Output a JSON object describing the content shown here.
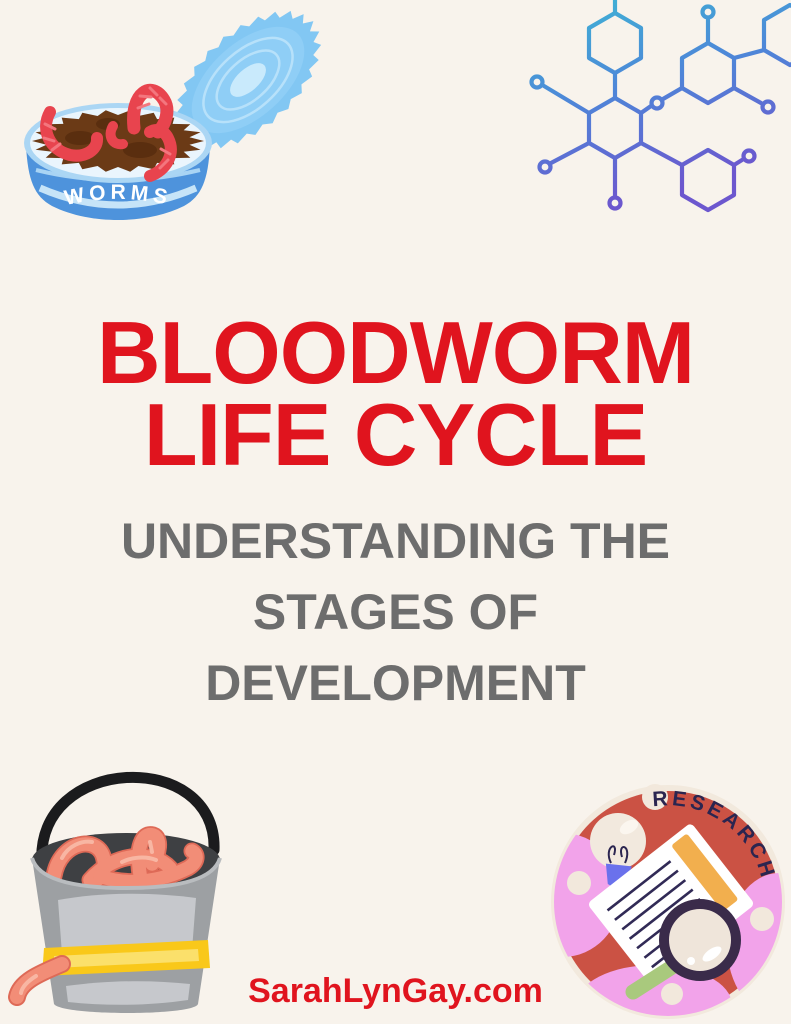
{
  "title": {
    "lines": [
      "BLOODWORM",
      "LIFE CYCLE"
    ]
  },
  "subtitle": {
    "lines": [
      "UNDERSTANDING THE",
      "STAGES OF",
      "DEVELOPMENT"
    ]
  },
  "footer": {
    "site": "SarahLynGay.com"
  },
  "worms_can": {
    "label": "WORMS"
  },
  "research_badge": {
    "label": "RESEARCH"
  },
  "colors": {
    "background": "#F8F3EC",
    "title_red": "#E0141E",
    "subtitle_gray": "#6D6D6D",
    "footer_red": "#E0141E",
    "can_blue": "#4E93DC",
    "lid_blue": "#82C7F3",
    "dirt_brown": "#6B3A16",
    "worm_red": "#E8444E",
    "molecule_teal": "#3CB9D4",
    "molecule_purple": "#6C57CE",
    "bucket_gray": "#9DA0A3",
    "bucket_yellow": "#F9C81A",
    "worm_salmon": "#F28D77",
    "badge_red": "#CB5244",
    "badge_pink": "#F2A3EA",
    "badge_navy": "#2B2550"
  }
}
